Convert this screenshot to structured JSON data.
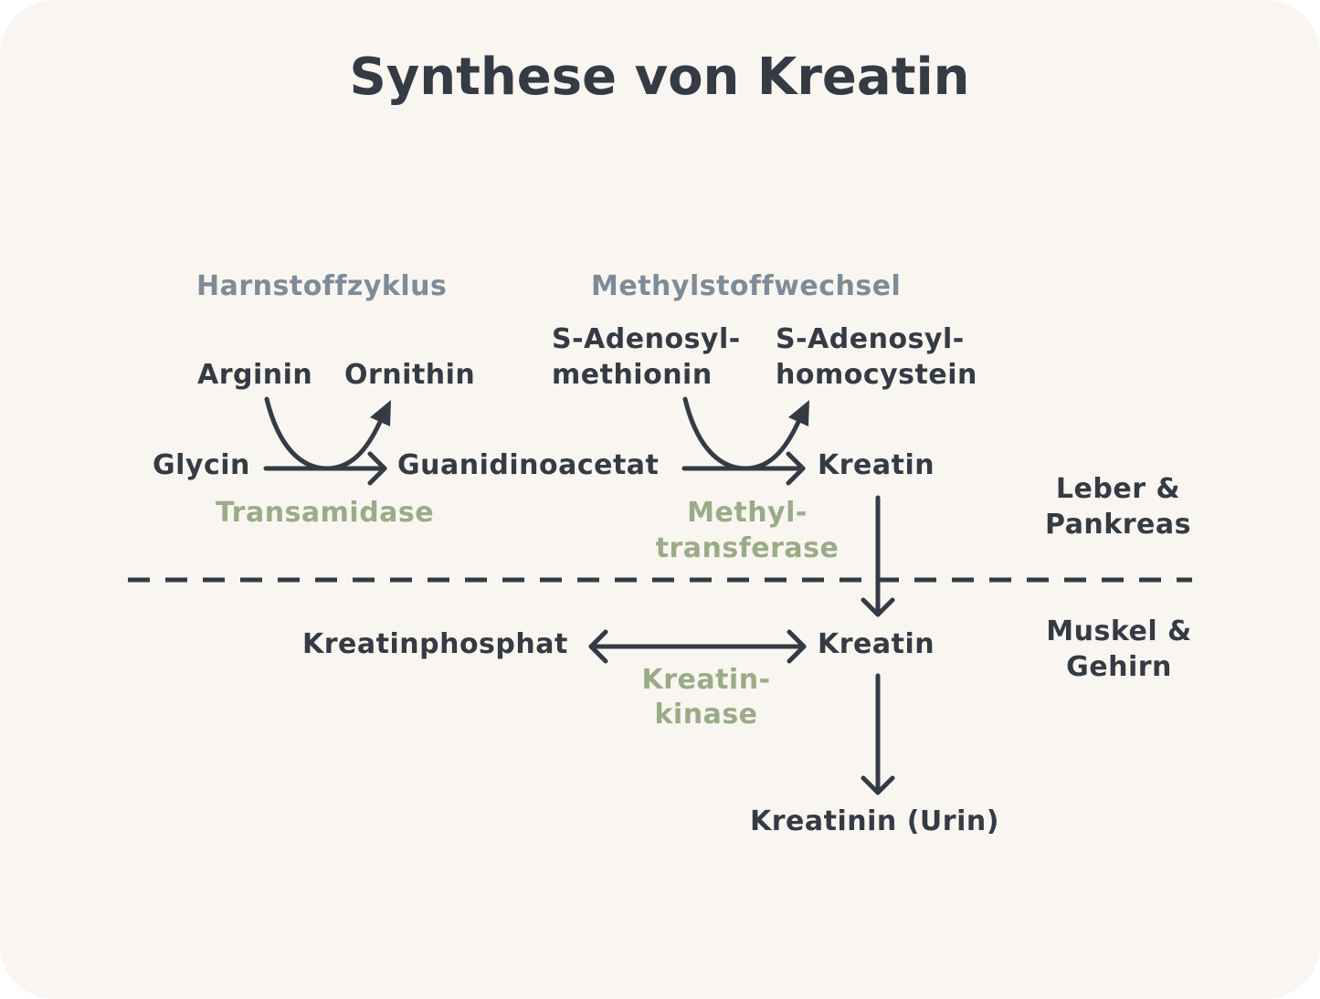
{
  "title": "Synthese von Kreatin",
  "colors": {
    "background": "#f9f5f0",
    "text": "#343b44",
    "pathway": "#7e8b98",
    "enzyme": "#9aab88"
  },
  "pathways": {
    "left": "Harnstoffzyklus",
    "right": "Methylstoffwechsel"
  },
  "molecules": {
    "arginin": "Arginin",
    "ornithin": "Ornithin",
    "sam_1": "S-Adenosyl-",
    "sam_2": "methionin",
    "sah_1": "S-Adenosyl-",
    "sah_2": "homocystein",
    "glycin": "Glycin",
    "guanidinoacetat": "Guanidinoacetat",
    "kreatin_liver": "Kreatin",
    "kreatinphosphat": "Kreatinphosphat",
    "kreatin_muscle": "Kreatin",
    "kreatinin": "Kreatinin (Urin)"
  },
  "enzymes": {
    "transamidase": "Transamidase",
    "methyl_1": "Methyl-",
    "methyl_2": "transferase",
    "kinase_1": "Kreatin-",
    "kinase_2": "kinase"
  },
  "regions": {
    "liver_1": "Leber  &",
    "liver_2": "Pankreas",
    "muscle_1": "Muskel  &",
    "muscle_2": "Gehirn"
  }
}
